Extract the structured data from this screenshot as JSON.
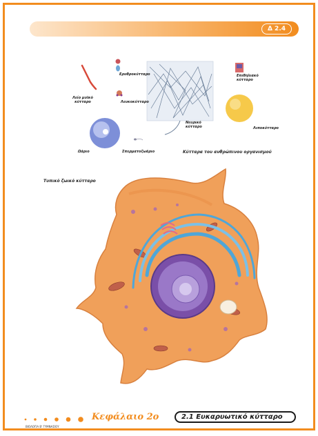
{
  "header": {
    "badge": "Δ 2.4"
  },
  "figure_top": {
    "labels": {
      "label_1": "Ερυθροκύτταρο",
      "label_2": "Λείο μυϊκό κύτταρο",
      "label_3": "Λευκοκύτταρο",
      "label_4": "Νευρικό κύτταρο",
      "label_5": "Επιθηλιακό κύτταρο",
      "label_6": "Λιποκύτταρο",
      "label_7": "Ωάριο",
      "label_8": "Σπερματοζωάριο"
    },
    "caption": "Κύτταρα του ανθρώπινου οργανισμού"
  },
  "figure_bottom": {
    "caption": "Τυπικό ζωικό κύτταρο"
  },
  "footer": {
    "chapter": "Κεφάλαιο 2ο",
    "section": "2.1 Ευκαρυωτικό κύτταρο",
    "small_text": "ΒΙΟΛΟΓΙΑ Β' ΓΥΜΝΑΣΙΟΥ"
  },
  "colors": {
    "accent": "#f28c1e",
    "cytoplasm": "#f0a05a",
    "nucleus": "#7a4fa8",
    "er": "#4fa6d8"
  }
}
